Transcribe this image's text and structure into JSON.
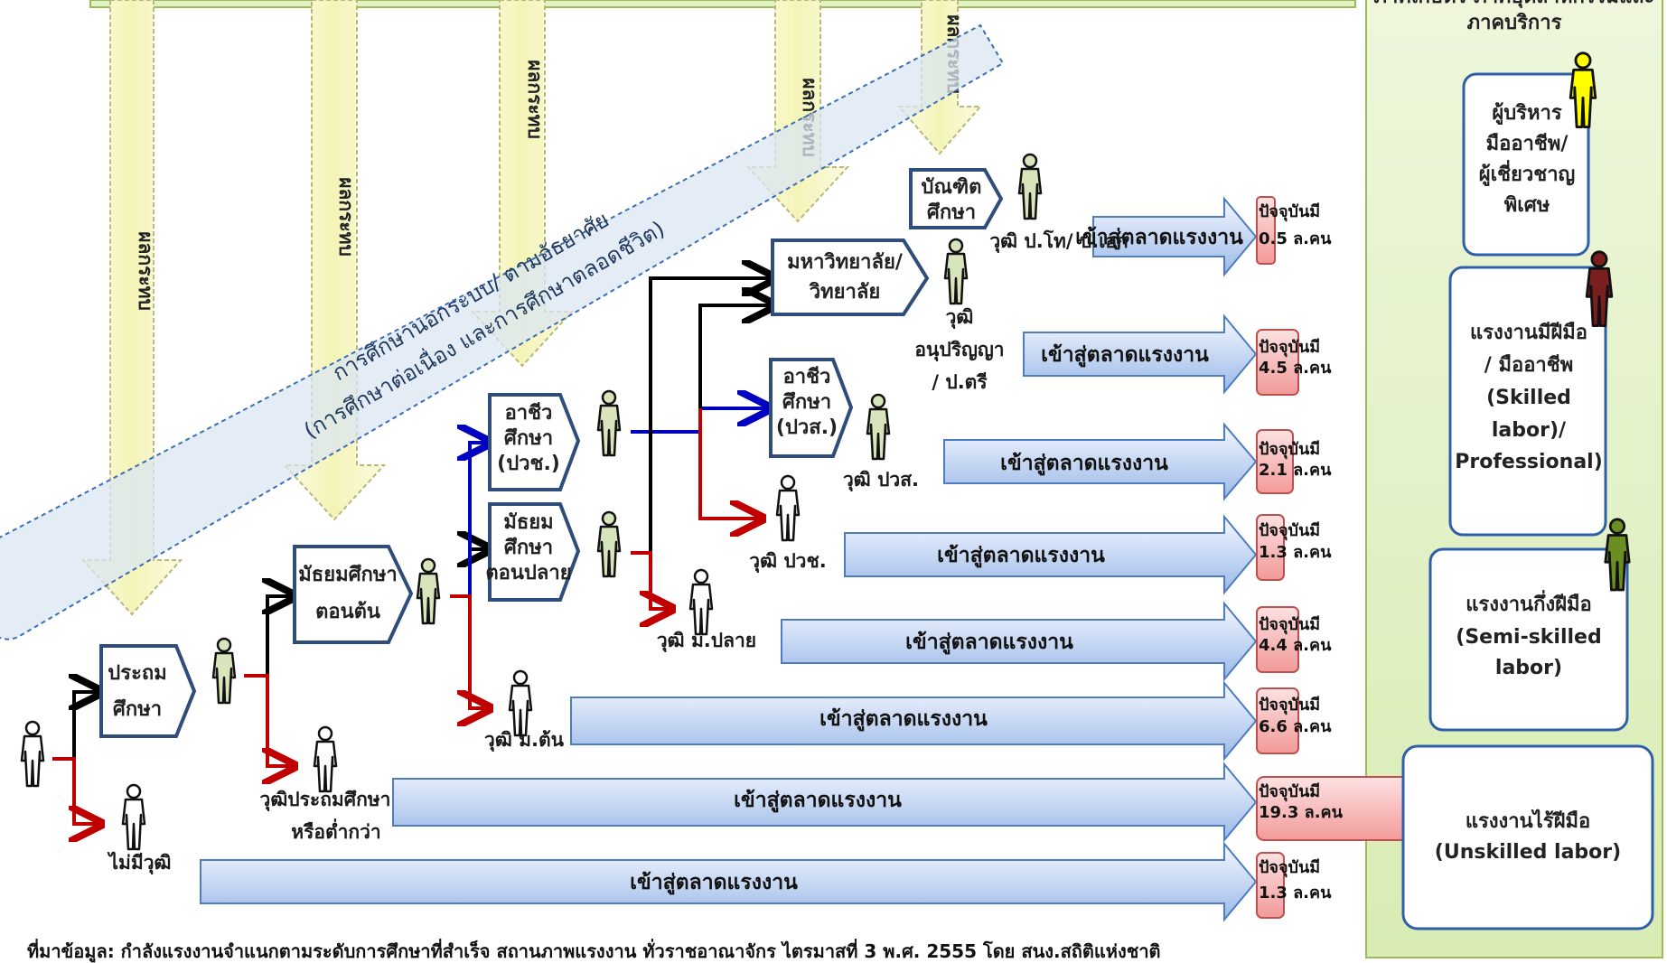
{
  "colors": {
    "arrow_fill_top": "#ffffff",
    "arrow_fill_bottom": "#9bb9e8",
    "arrow_stroke": "#4f7bbf",
    "count_fill": "#f7b3b3",
    "count_stroke": "#c0504d",
    "impact_fill": "#fafad2",
    "impact_stroke": "#b8b87a",
    "band_fill": "#dbe5f1",
    "band_stroke": "#3c6eb4",
    "side_panel_fill": "#e4f2c8",
    "side_panel_stroke": "#9bbb59",
    "box_stroke": "#2e4d7a",
    "path_black": "#000000",
    "path_red": "#c00000",
    "path_blue": "#0000c0",
    "person_default": "#d8e4bc",
    "person_yellow": "#ffff00",
    "person_darkred": "#7b1e1e",
    "person_olive": "#6b8e23"
  },
  "impact_label": "ผลกระทบ",
  "band": {
    "line1": "การศึกษานอกระบบ/ ตามอัธยาศัย",
    "line2": "(การศึกษาต่อเนื่อง และการศึกษาตลอดชีวิต)"
  },
  "levels": {
    "primary": [
      "ประถม",
      "ศึกษา"
    ],
    "lower_secondary": [
      "มัธยมศึกษา",
      "ตอนต้น"
    ],
    "vocational_cert": [
      "อาชีว",
      "ศึกษา",
      "(ปวช.)"
    ],
    "upper_secondary": [
      "มัธยม",
      "ศึกษา",
      "ตอนปลาย"
    ],
    "vocational_diploma": [
      "อาชีว",
      "ศึกษา",
      "(ปวส.)"
    ],
    "university": [
      "มหาวิทยาลัย/",
      "วิทยาลัย"
    ],
    "graduate": [
      "บัณฑิต",
      "ศึกษา"
    ]
  },
  "qualifications": {
    "none": "ไม่มีวุฒิ",
    "primary_or_below": [
      "วุฒิประถมศึกษา",
      "หรือต่ำกว่า"
    ],
    "lower_secondary": "วุฒิ ม.ต้น",
    "upper_secondary": "วุฒิ ม.ปลาย",
    "voc_cert": "วุฒิ ปวช.",
    "voc_diploma": "วุฒิ ปวส.",
    "bachelor": [
      "วุฒิ",
      "อนุปริญญา",
      "/ ป.ตรี"
    ],
    "master_doctor": "วุฒิ ป.โท/ ป.เอก"
  },
  "market_label": "เข้าสู่ตลาดแรงงาน",
  "current_prefix": "ปัจจุบันมี",
  "flows": [
    {
      "id": "grad",
      "amount": "0.5 ล.คน"
    },
    {
      "id": "bachelor",
      "amount": "4.5 ล.คน"
    },
    {
      "id": "voc_diploma",
      "amount": "2.1 ล.คน"
    },
    {
      "id": "voc_cert",
      "amount": "1.3 ล.คน"
    },
    {
      "id": "upper_secondary",
      "amount": "4.4 ล.คน"
    },
    {
      "id": "lower_secondary",
      "amount": "6.6 ล.คน"
    },
    {
      "id": "primary",
      "amount": "19.3 ล.คน"
    },
    {
      "id": "none",
      "amount": "1.3 ล.คน"
    }
  ],
  "side_panel": {
    "header": [
      "ภาคเกษตร ภาคอุตสาหกรรมและ",
      "ภาคบริการ"
    ],
    "categories": [
      {
        "lines": [
          "ผู้บริหาร",
          "มืออาชีพ/",
          "ผู้เชี่ยวชาญ",
          "พิเศษ"
        ],
        "person_color": "yellow"
      },
      {
        "lines": [
          "แรงงานมีฝีมือ",
          "/ มืออาชีพ",
          "(Skilled",
          "labor)/",
          "Professional)"
        ],
        "person_color": "darkred"
      },
      {
        "lines": [
          "แรงงานกึ่งฝีมือ",
          "(Semi-skilled",
          "labor)"
        ],
        "person_color": "olive"
      },
      {
        "lines": [
          "แรงงานไร้ฝีมือ",
          "(Unskilled labor)"
        ],
        "person_color": "none"
      }
    ]
  },
  "source_note": "ที่มาข้อมูล: กำลังแรงงานจำแนกตามระดับการศึกษาที่สำเร็จ สถานภาพแรงงาน ทั่วราชอาณาจักร ไตรมาสที่ 3 พ.ศ. 2555 โดย สนง.สถิติแห่งชาติ"
}
